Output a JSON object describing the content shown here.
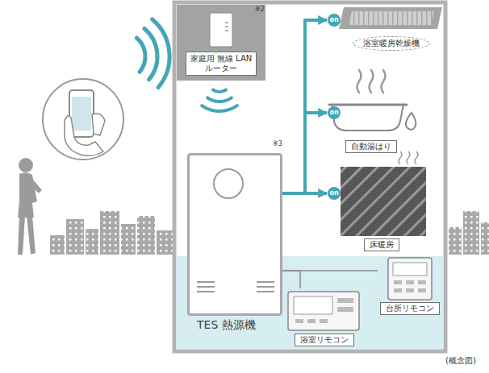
{
  "diagram": {
    "nodes": [
      {
        "text": [
          "※2",
          "家庭用 無線 LAN ルーター"
        ]
      },
      {
        "text": [
          "浴室暖房乾燥機"
        ]
      },
      {
        "text": [
          "自動湯はり"
        ]
      },
      {
        "text": [
          "床暖房"
        ]
      },
      {
        "text": [
          "※3",
          "TES 熱源機"
        ]
      },
      {
        "text": [
          "台所リモコン"
        ]
      },
      {
        "text": [
          "浴室リモコン"
        ]
      }
    ],
    "edges": [
      {
        "from": 4,
        "to": 1,
        "arrow": "to"
      },
      {
        "from": 4,
        "to": 2,
        "arrow": "to"
      },
      {
        "from": 4,
        "to": 3,
        "arrow": "to"
      },
      {
        "from": 4,
        "to": 5,
        "arrow": "none"
      },
      {
        "from": 4,
        "to": 6,
        "arrow": "none"
      }
    ],
    "labels": [
      "on",
      "on",
      "on",
      "(概念図)"
    ]
  }
}
